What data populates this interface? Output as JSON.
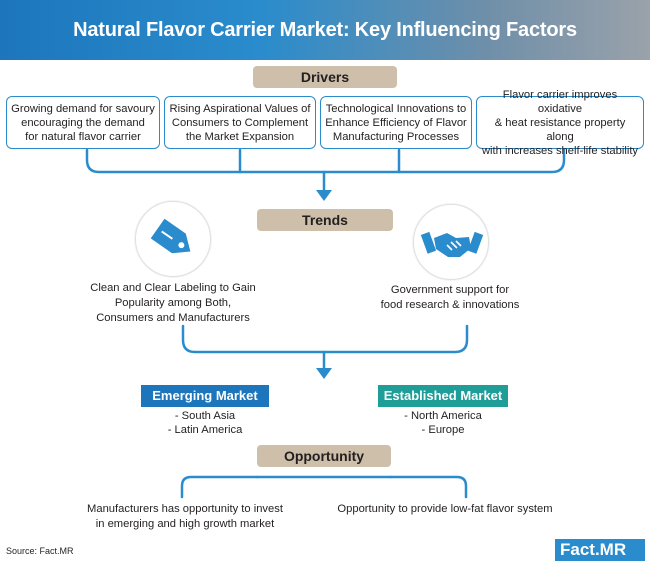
{
  "header": {
    "title": "Natural Flavor Carrier Market: Key Influencing Factors"
  },
  "sections": {
    "drivers": "Drivers",
    "trends": "Trends",
    "opportunity": "Opportunity"
  },
  "drivers": [
    {
      "line1": "Growing demand for savoury",
      "line2": "encouraging the demand",
      "line3": "for natural flavor carrier"
    },
    {
      "line1": "Rising Aspirational Values of",
      "line2": "Consumers to Complement",
      "line3": "the Market Expansion"
    },
    {
      "line1": "Technological Innovations to",
      "line2": "Enhance Efficiency of Flavor",
      "line3": "Manufacturing Processes"
    },
    {
      "line1": "Flavor carrier improves oxidative",
      "line2": "& heat resistance property along",
      "line3": "with increases shelf-life stability"
    }
  ],
  "trends": [
    {
      "icon": "price-tag-icon",
      "line1": "Clean and Clear Labeling to Gain",
      "line2": "Popularity among Both,",
      "line3": "Consumers and Manufacturers"
    },
    {
      "icon": "handshake-icon",
      "line1": "Government support for",
      "line2": "food research & innovations"
    }
  ],
  "markets": {
    "emerging": {
      "label": "Emerging Market",
      "items": [
        "- South Asia",
        "- Latin America"
      ]
    },
    "established": {
      "label": "Established Market",
      "items": [
        "- North America",
        "- Europe"
      ]
    }
  },
  "opportunities": [
    {
      "line1": "Manufacturers has opportunity to invest",
      "line2": "in emerging and high growth market"
    },
    {
      "line1": "Opportunity to provide low-fat flavor system"
    }
  ],
  "footer": {
    "source": "Source: Fact.MR",
    "logo": "Fact.MR"
  },
  "colors": {
    "blue": "#2a8ccc",
    "teal": "#1f9e98",
    "beige": "#cdbfa9",
    "dark_blue": "#1d76bc"
  }
}
